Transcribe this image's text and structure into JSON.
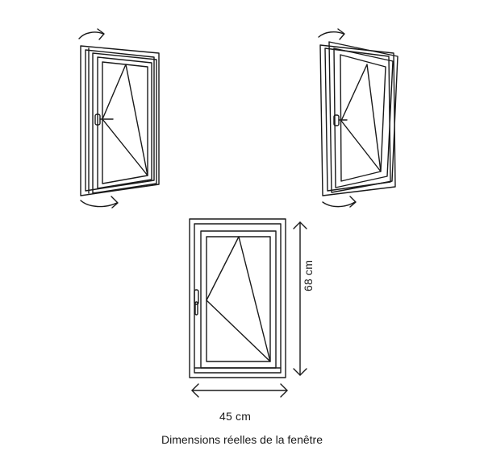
{
  "colors": {
    "line": "#1a1a1a",
    "background": "#ffffff"
  },
  "dimensions": {
    "width_label": "45 cm",
    "height_label": "68 cm"
  },
  "caption": "Dimensions réelles de la fenêtre",
  "illustrations": [
    {
      "name": "window-turn-open-icon"
    },
    {
      "name": "window-tilt-open-icon"
    },
    {
      "name": "window-front-view"
    }
  ]
}
